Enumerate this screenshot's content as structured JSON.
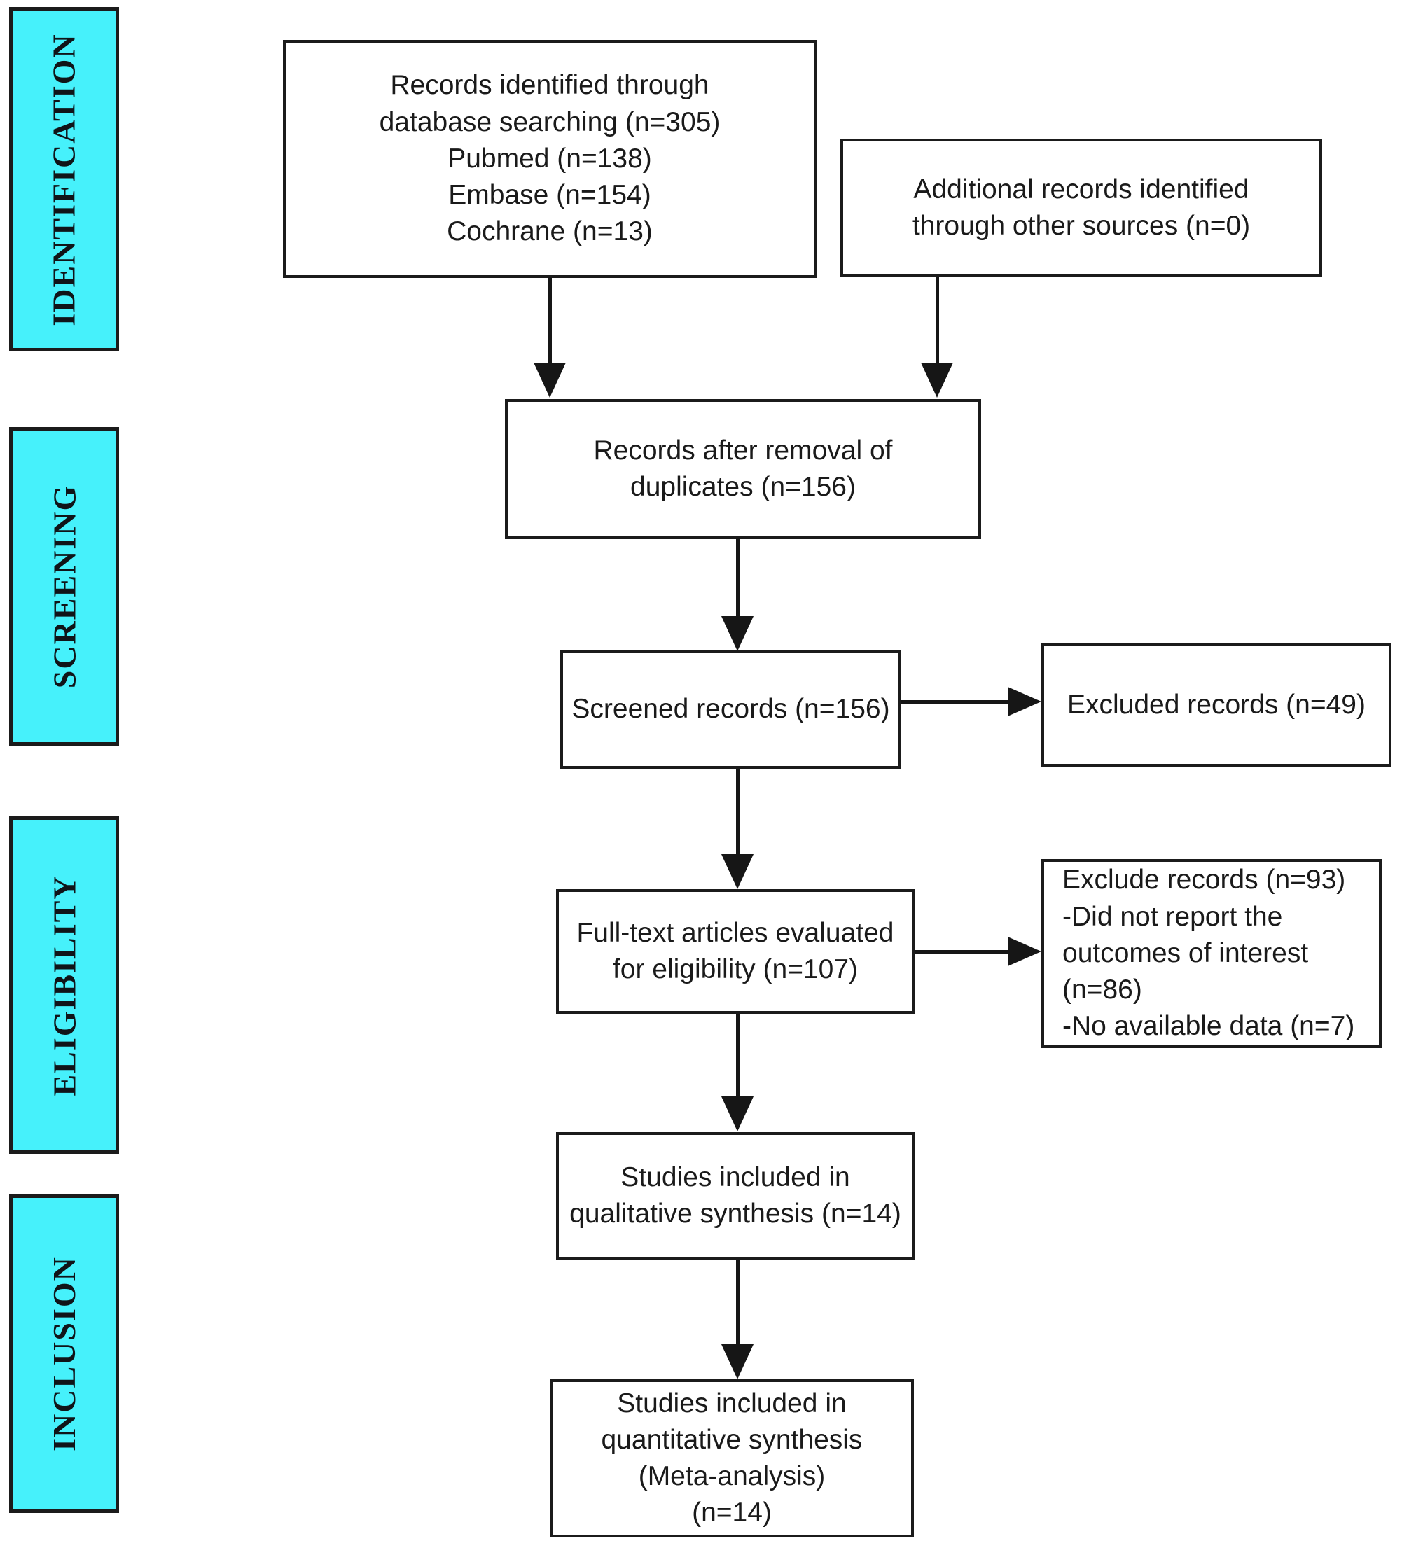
{
  "diagram_type": "prisma-flow-diagram",
  "colors": {
    "stage_fill": "#46F1FB",
    "box_border": "#1b1b1b",
    "arrow": "#161616",
    "background": "#ffffff"
  },
  "stages": [
    {
      "label": "IDENTIFICATION"
    },
    {
      "label": "SCREENING"
    },
    {
      "label": "ELIGIBILITY"
    },
    {
      "label": "INCLUSION"
    }
  ],
  "boxes": {
    "records_identified": {
      "text": "Records identified through\ndatabase searching (n=305)\nPubmed (n=138)\nEmbase (n=154)\nCochrane (n=13)",
      "n_total": 305,
      "n_pubmed": 138,
      "n_embase": 154,
      "n_cochrane": 13
    },
    "additional_records": {
      "text": "Additional records identified\nthrough other sources (n=0)",
      "n": 0
    },
    "after_duplicates": {
      "text": "Records after removal of\nduplicates (n=156)",
      "n": 156
    },
    "screened": {
      "text": "Screened records (n=156)",
      "n": 156
    },
    "excluded_screening": {
      "text": "Excluded records (n=49)",
      "n": 49
    },
    "fulltext": {
      "text": "Full-text articles evaluated\nfor eligibility (n=107)",
      "n": 107
    },
    "excluded_fulltext": {
      "text": "Exclude records (n=93)\n-Did not report the\noutcomes of interest (n=86)\n-No available data (n=7)",
      "n": 93,
      "n_no_outcomes": 86,
      "n_no_data": 7
    },
    "qualitative": {
      "text": "Studies included in\nqualitative synthesis (n=14)",
      "n": 14
    },
    "quantitative": {
      "text": "Studies included in\nquantitative synthesis\n(Meta-analysis)\n(n=14)",
      "n": 14
    }
  }
}
